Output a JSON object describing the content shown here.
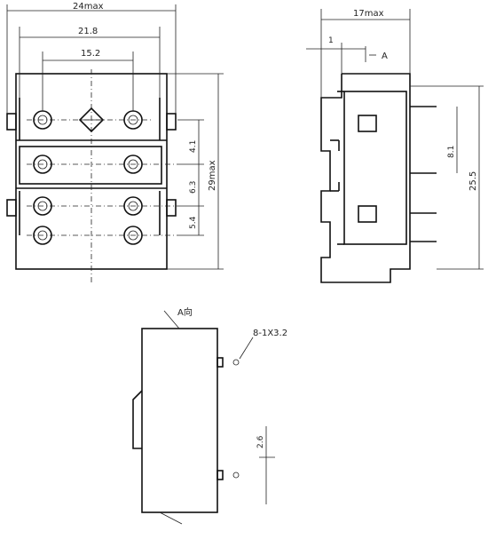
{
  "front_view": {
    "dim_total_width": "24max",
    "dim_inner_width": "21.8",
    "dim_pin_spacing": "15.2",
    "dim_pitch_1": "4.1",
    "dim_pitch_2": "6.3",
    "dim_pitch_3": "5.4",
    "dim_height": "29max"
  },
  "side_view": {
    "dim_depth": "17max",
    "dim_offset": "1",
    "label_a": "A",
    "dim_pin_span": "8.1",
    "dim_body_height": "25.5"
  },
  "bottom_view": {
    "label_section": "A向",
    "pin_spec": "8-1X3.2",
    "dim_spacing": "2.6"
  }
}
